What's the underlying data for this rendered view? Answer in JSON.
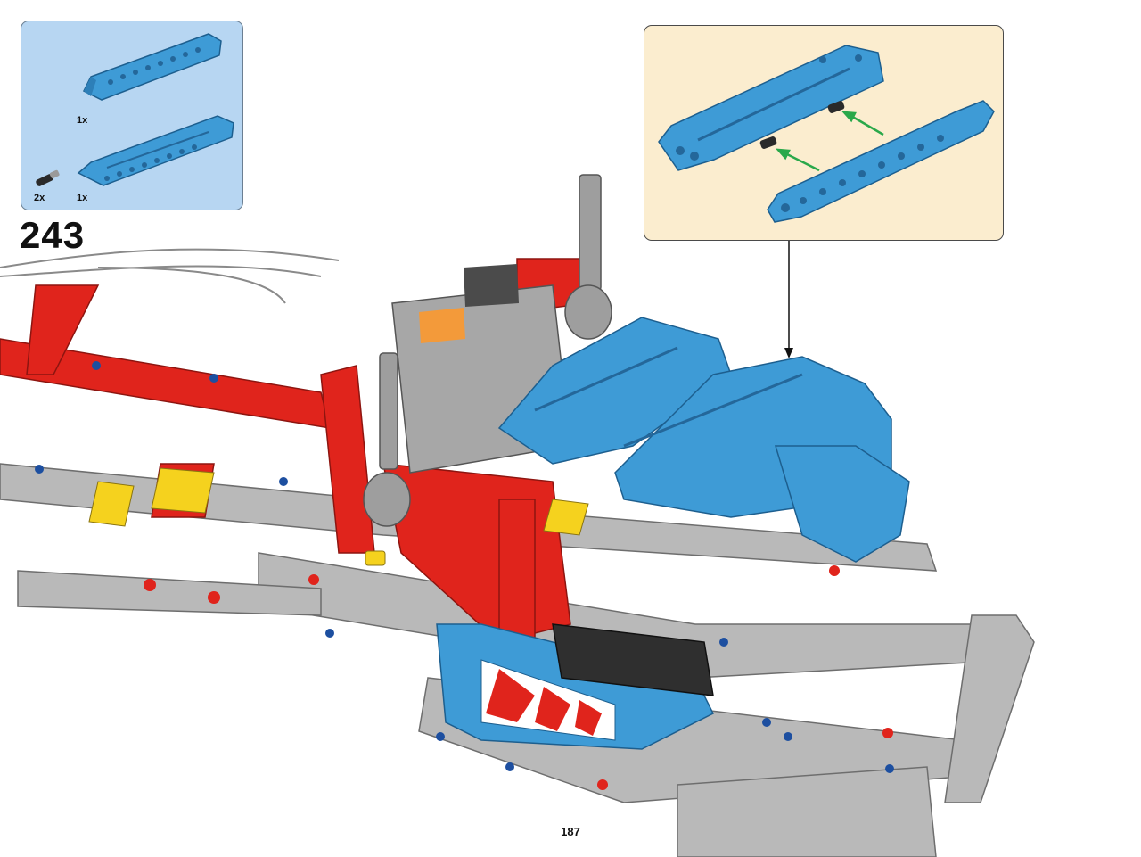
{
  "parts_list": {
    "items": [
      {
        "part": "blue-panel-long",
        "qty": "1x",
        "color": "#3e9bd6"
      },
      {
        "part": "black-connector-pin",
        "qty": "2x",
        "color": "#2a2a2a"
      },
      {
        "part": "blue-panel-flat",
        "qty": "1x",
        "color": "#3e9bd6"
      }
    ]
  },
  "step": {
    "number": "243"
  },
  "page": {
    "number": "187"
  },
  "colors": {
    "parts_box_bg": "#b7d6f2",
    "callout_bg": "#fbedcf",
    "lego_blue": "#3e9bd6",
    "lego_red": "#e0241c",
    "lego_gray": "#b9b9b9",
    "lego_yellow": "#f5d21e",
    "arrow_green": "#2aa84a"
  }
}
